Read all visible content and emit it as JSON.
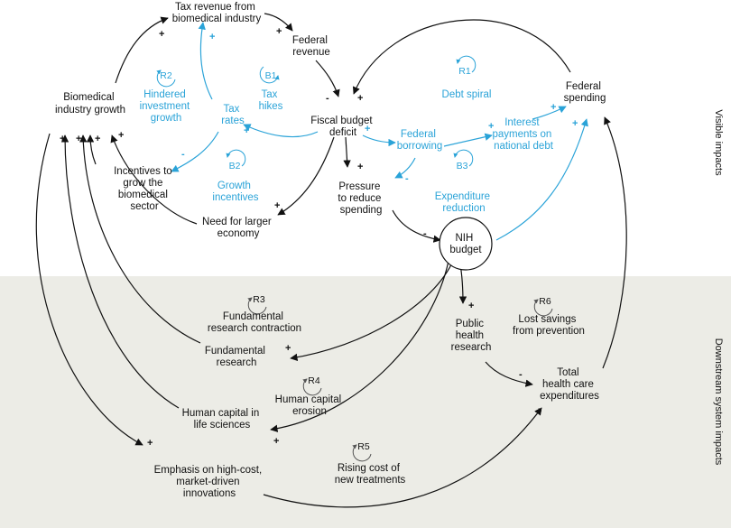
{
  "nodes": {
    "tax_revenue": [
      "Tax revenue from",
      "biomedical industry"
    ],
    "federal_revenue": [
      "Federal",
      "revenue"
    ],
    "biomedical_growth": [
      "Biomedical",
      "industry growth"
    ],
    "tax_rates": [
      "Tax",
      "rates"
    ],
    "fiscal_deficit": [
      "Fiscal budget",
      "deficit"
    ],
    "federal_spending": [
      "Federal",
      "spending"
    ],
    "federal_borrowing": [
      "Federal",
      "borrowing"
    ],
    "interest_payments": [
      "Interest",
      "payments on",
      "national debt"
    ],
    "incentives": [
      "Incentives to",
      "grow the",
      "biomedical",
      "sector"
    ],
    "pressure": [
      "Pressure",
      "to reduce",
      "spending"
    ],
    "larger_economy": [
      "Need for larger",
      "economy"
    ],
    "nih_budget": [
      "NIH",
      "budget"
    ],
    "public_health": [
      "Public",
      "health",
      "research"
    ],
    "fundamental_research": [
      "Fundamental",
      "research"
    ],
    "human_capital": [
      "Human capital in",
      "life sciences"
    ],
    "total_health": [
      "Total",
      "health care",
      "expenditures"
    ],
    "emphasis": [
      "Emphasis on high-cost,",
      "market-driven",
      "innovations"
    ]
  },
  "loops": {
    "r2": {
      "id": "R2",
      "label": [
        "Hindered",
        "investment",
        "growth"
      ]
    },
    "b1": {
      "id": "B1",
      "label": [
        "Tax",
        "hikes"
      ]
    },
    "r1": {
      "id": "R1",
      "label": [
        "Debt spiral"
      ]
    },
    "b2": {
      "id": "B2",
      "label": [
        "Growth",
        "incentives"
      ]
    },
    "b3": {
      "id": "B3",
      "label": [
        "Expenditure",
        "reduction"
      ]
    },
    "r3": {
      "id": "R3",
      "label": [
        "Fundamental",
        "research contraction"
      ]
    },
    "r6": {
      "id": "R6",
      "label": [
        "Lost savings",
        "from prevention"
      ]
    },
    "r4": {
      "id": "R4",
      "label": [
        "Human capital",
        "erosion"
      ]
    },
    "r5": {
      "id": "R5",
      "label": [
        "Rising cost of",
        "new treatments"
      ]
    }
  },
  "sections": {
    "visible": "Visible impacts",
    "downstream": "Downstream system impacts"
  },
  "signs": {
    "plus": "+",
    "minus": "-"
  },
  "colors": {
    "black_link": "#111111",
    "blue_link": "#2aa3d8",
    "downstream_bg": "#ecece6",
    "loop_marker": "#555555"
  }
}
